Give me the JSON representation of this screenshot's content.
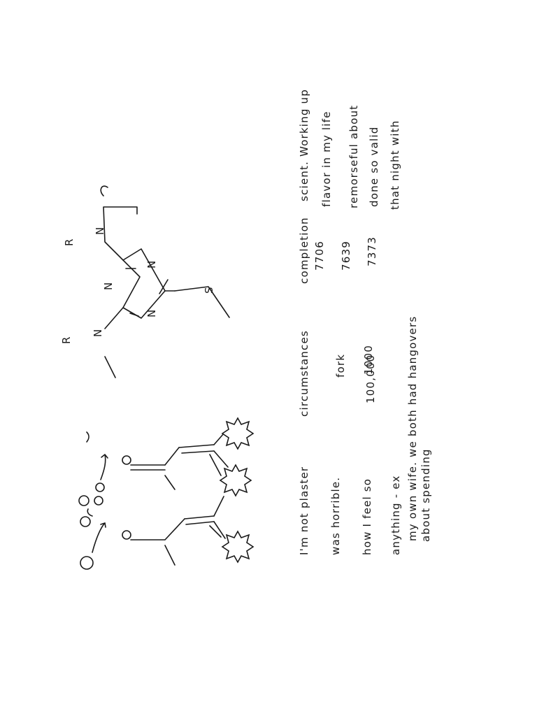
{
  "note": {
    "lines": [
      "I'm not plaster",
      "was horrible.",
      "how I feel so",
      "anything - ex",
      "about spending",
      "my own wife. we both had hangovers",
      "circumstances",
      "fork",
      "1000",
      "100,000",
      "completion",
      "7706",
      "7639",
      "7373",
      "scient. Working up",
      "flavor in my life",
      "remorseful about",
      "done so valid",
      "that night with"
    ]
  },
  "molecule": {
    "atoms": [
      "N",
      "N",
      "N",
      "N",
      "N",
      "R",
      "R",
      "S"
    ]
  }
}
